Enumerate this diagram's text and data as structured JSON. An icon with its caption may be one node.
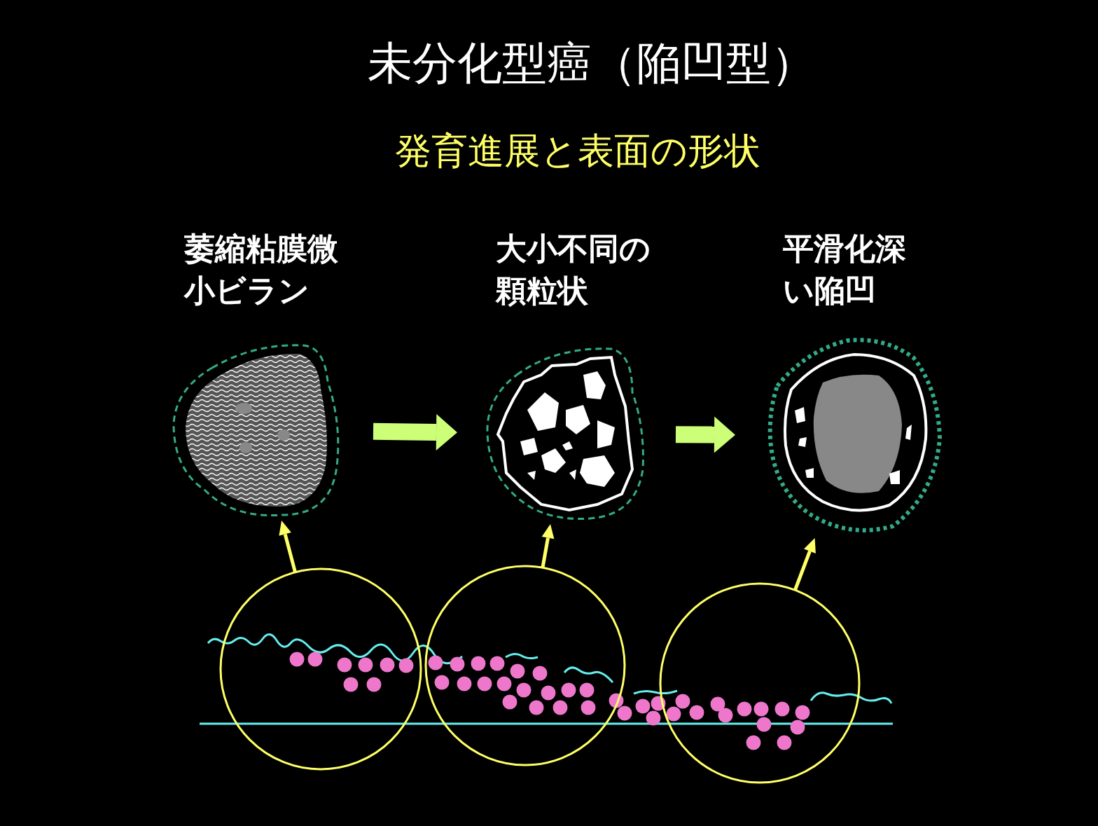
{
  "diagram": {
    "title": "未分化型癌（陥凹型）",
    "nodes": [
      {
        "text": [
          "萎縮粘膜微小ビラン"
        ]
      },
      {
        "text": [
          "大小不同の顆粒状"
        ]
      },
      {
        "text": [
          "平滑化深い陥凹"
        ]
      },
      {
        "text": [],
        "shape": "circle"
      },
      {
        "text": [],
        "shape": "circle"
      },
      {
        "text": [],
        "shape": "circle"
      }
    ],
    "edges": [
      {
        "from": 0,
        "to": 1,
        "arrow": "to",
        "style": "thick",
        "color": "#ccff77"
      },
      {
        "from": 1,
        "to": 2,
        "arrow": "to",
        "style": "thick",
        "color": "#ccff77"
      },
      {
        "from": 3,
        "to": 0,
        "arrow": "to"
      },
      {
        "from": 4,
        "to": 1,
        "arrow": "to"
      },
      {
        "from": 5,
        "to": 2,
        "arrow": "to"
      }
    ],
    "labels": [
      "発育進展と表面の形状"
    ]
  }
}
